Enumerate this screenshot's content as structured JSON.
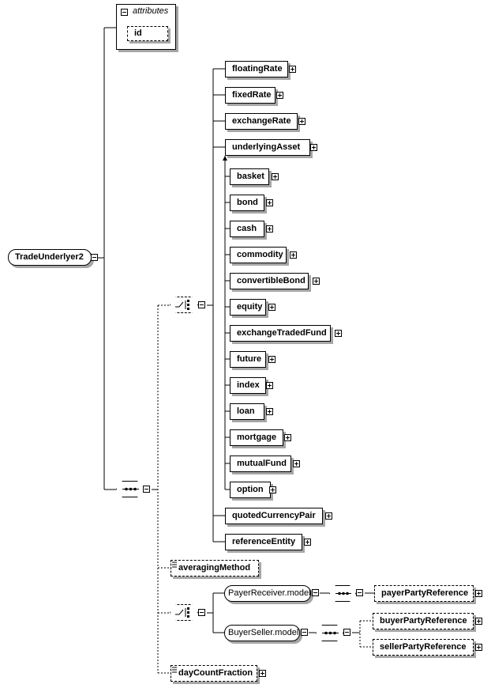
{
  "root": {
    "label": "TradeUnderlyer2"
  },
  "attributes": {
    "title": "attributes",
    "items": [
      "id"
    ]
  },
  "rate_elements": [
    "floatingRate",
    "fixedRate",
    "exchangeRate",
    "underlyingAsset"
  ],
  "asset_elements": [
    "basket",
    "bond",
    "cash",
    "commodity",
    "convertibleBond",
    "equity",
    "exchangeTradedFund",
    "future",
    "index",
    "loan",
    "mortgage",
    "mutualFund",
    "option"
  ],
  "tail_elements": [
    "quotedCurrencyPair",
    "referenceEntity"
  ],
  "averaging": {
    "label": "averagingMethod"
  },
  "models": {
    "payer_receiver": "PayerReceiver.model",
    "buyer_seller": "BuyerSeller.model"
  },
  "references": {
    "payer": "payerPartyReference",
    "buyer": "buyerPartyReference",
    "seller": "sellerPartyReference"
  },
  "day_count": {
    "label": "dayCountFraction"
  }
}
